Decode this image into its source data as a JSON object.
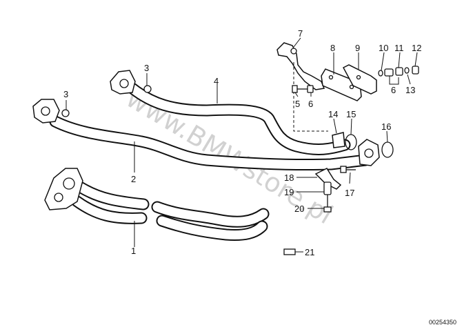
{
  "diagram": {
    "parts": [
      {
        "number": "1"
      },
      {
        "number": "2"
      },
      {
        "number": "3"
      },
      {
        "number": "3"
      },
      {
        "number": "4"
      },
      {
        "number": "5"
      },
      {
        "number": "6"
      },
      {
        "number": "6"
      },
      {
        "number": "7"
      },
      {
        "number": "8"
      },
      {
        "number": "9"
      },
      {
        "number": "10"
      },
      {
        "number": "11"
      },
      {
        "number": "12"
      },
      {
        "number": "13"
      },
      {
        "number": "14"
      },
      {
        "number": "15"
      },
      {
        "number": "16"
      },
      {
        "number": "17"
      },
      {
        "number": "18"
      },
      {
        "number": "19"
      },
      {
        "number": "20"
      },
      {
        "number": "21"
      }
    ],
    "watermark": "www.BMWstore.pl",
    "reference_code": "00254350"
  }
}
